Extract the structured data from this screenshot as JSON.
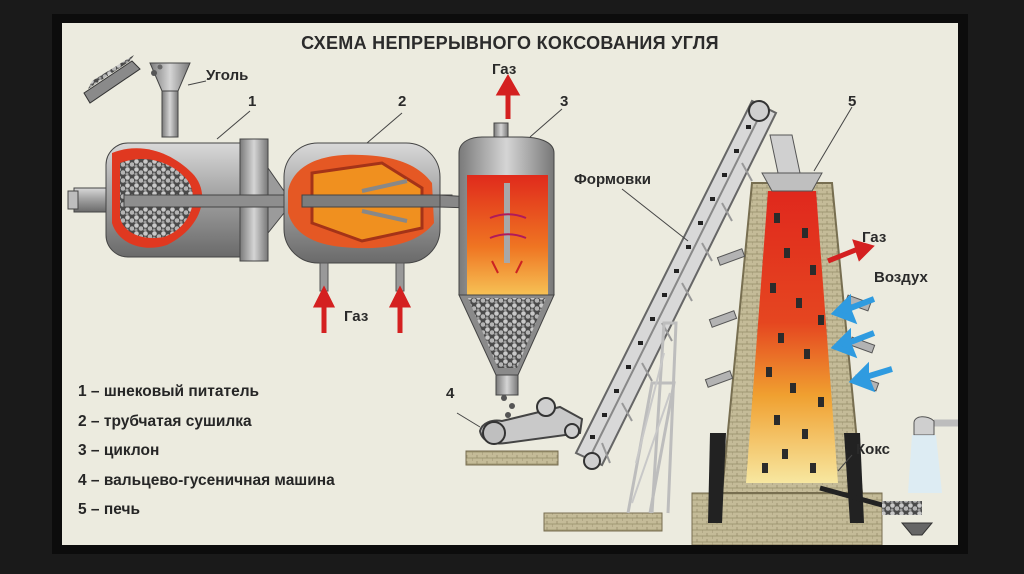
{
  "title": "СХЕМА НЕПРЕРЫВНОГО КОКСОВАНИЯ УГЛЯ",
  "labels": {
    "coal": "Уголь",
    "num1": "1",
    "num2": "2",
    "num3": "3",
    "num4": "4",
    "num5": "5",
    "gas_top": "Газ",
    "gas_bottom": "Газ",
    "gas_furnace": "Газ",
    "briquettes": "Формовки",
    "air": "Воздух",
    "coke": "Кокс"
  },
  "legend": [
    "1 – шнековый питатель",
    "2 – трубчатая сушилка",
    "3 – циклон",
    "4 – вальцево-гусеничная машина",
    "5 – печь"
  ],
  "colors": {
    "gas_arrow": "#d42020",
    "air_arrow": "#2f9be0",
    "hot_red": "#e23b1e",
    "hot_orange": "#f08a22",
    "metal": "#9a9a9a",
    "brick": "#b9b08f"
  }
}
